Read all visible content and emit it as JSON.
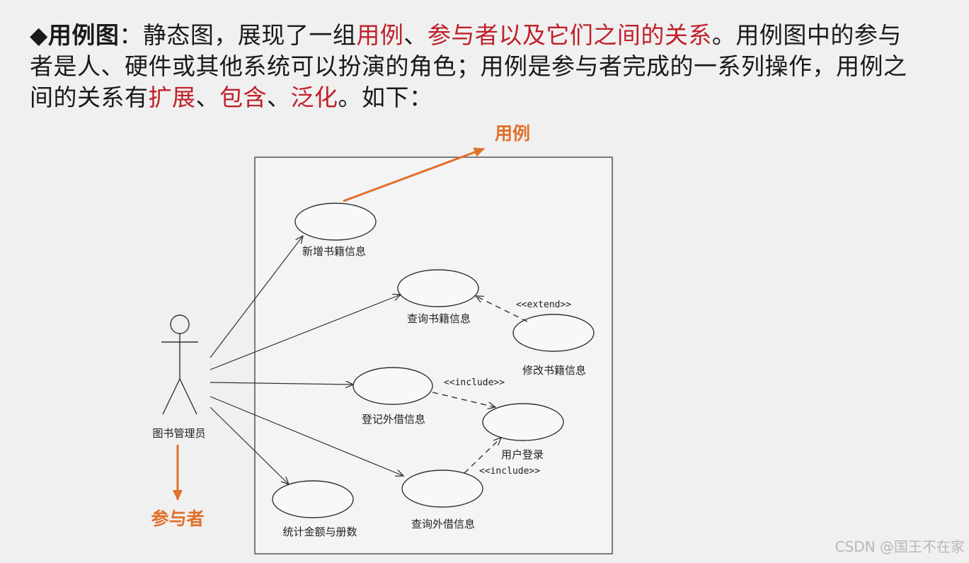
{
  "heading": {
    "bullet": "◆",
    "term": "用例图",
    "p1": "：静态图，展现了一组",
    "h1": "用例",
    "p2": "、",
    "h2": "参与者以及它们之间的关系",
    "p3": "。用例图中的参与者是人、硬件或其他系统可以扮演的角色；用例是参与者完成的一系列操作，用例之间的关系有",
    "h3": "扩展",
    "p4": "、",
    "h4": "包含",
    "p5": "、",
    "h5": "泛化",
    "p6": "。如下："
  },
  "diagram": {
    "actor": "图书管理员",
    "use_cases": {
      "add_book": "新增书籍信息",
      "query_book": "查询书籍信息",
      "modify_book": "修改书籍信息",
      "register_lending": "登记外借信息",
      "user_login": "用户登录",
      "query_lending": "查询外借信息",
      "stats": "统计金额与册数"
    },
    "stereotypes": {
      "extend": "<<extend>>",
      "include_1": "<<include>>",
      "include_2": "<<include>>"
    },
    "callouts": {
      "use_case": "用例",
      "actor": "参与者"
    },
    "colors": {
      "callout": "#e0702a",
      "highlight": "#c0202a"
    }
  },
  "watermark": "CSDN @国王不在家"
}
